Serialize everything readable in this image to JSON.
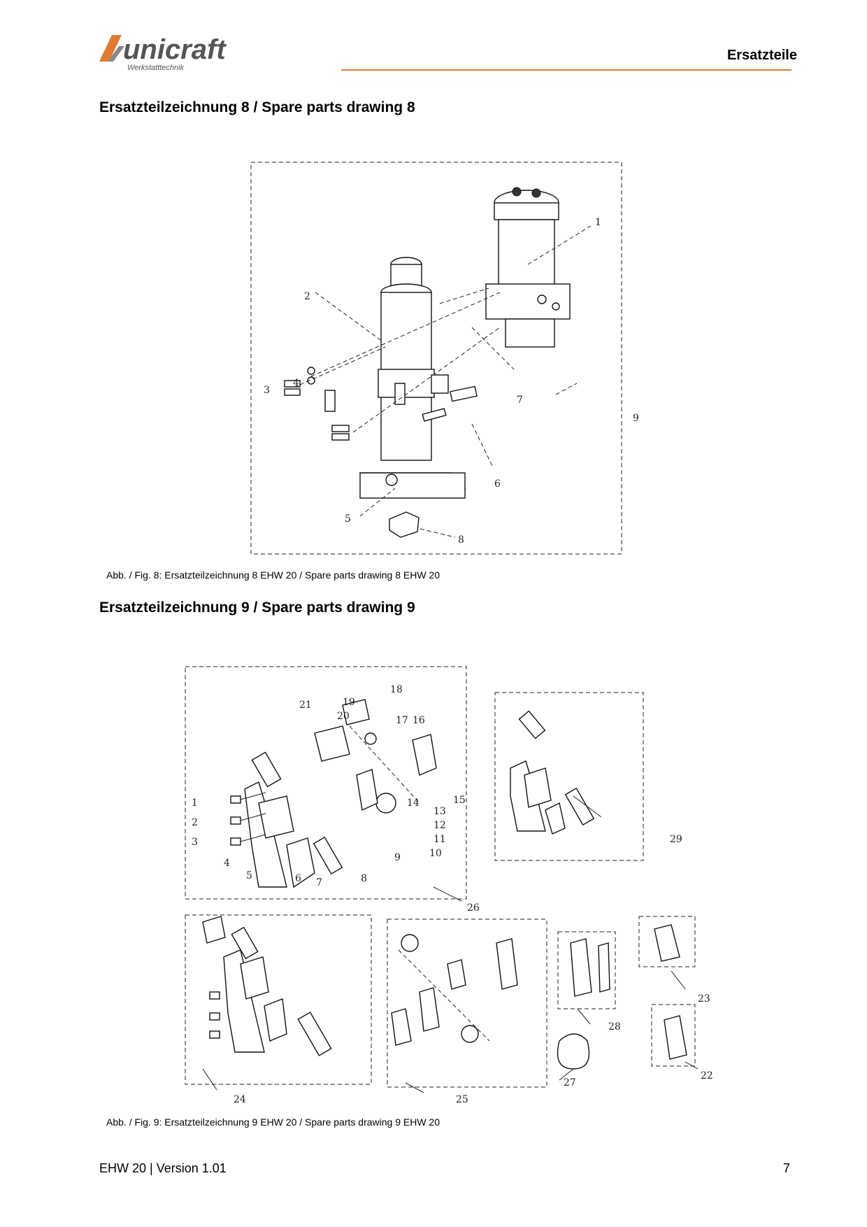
{
  "header": {
    "brand_name": "unicraft",
    "brand_subtitle": "Werkstatttechnik",
    "section": "Ersatzteile",
    "accent_color": "#e07a30"
  },
  "drawing8": {
    "title": "Ersatzteilzeichnung 8 / Spare parts drawing 8",
    "caption": "Abb. / Fig. 8: Ersatzteilzeichnung 8 EHW 20 / Spare parts drawing 8 EHW 20",
    "labels": [
      "1",
      "2",
      "3",
      "4",
      "5",
      "6",
      "7",
      "8",
      "9"
    ]
  },
  "drawing9": {
    "title": "Ersatzteilzeichnung 9 / Spare parts drawing 9",
    "caption": "Abb. / Fig. 9: Ersatzteilzeichnung 9 EHW 20 / Spare parts drawing 9 EHW 20",
    "labels": [
      "1",
      "2",
      "3",
      "4",
      "5",
      "6",
      "7",
      "8",
      "9",
      "10",
      "11",
      "12",
      "13",
      "14",
      "15",
      "16",
      "17",
      "18",
      "19",
      "20",
      "21",
      "22",
      "23",
      "24",
      "25",
      "26",
      "27",
      "28",
      "29"
    ]
  },
  "footer": {
    "doc": "EHW 20 | Version 1.01",
    "page": "7"
  }
}
